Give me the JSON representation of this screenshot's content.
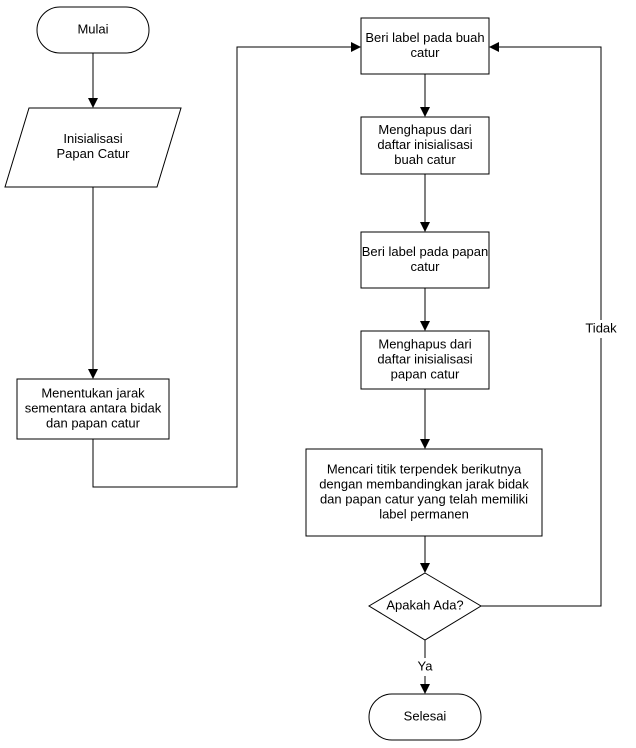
{
  "nodes": {
    "start": {
      "lines": [
        "Mulai"
      ]
    },
    "init": {
      "lines": [
        "Inisialisasi",
        "Papan Catur"
      ]
    },
    "temp_dist": {
      "lines": [
        "Menentukan jarak",
        "sementara antara bidak",
        "dan papan catur"
      ]
    },
    "label_piece": {
      "lines": [
        "Beri label pada buah",
        "catur"
      ]
    },
    "remove_piece": {
      "lines": [
        "Menghapus dari",
        "daftar inisialisasi",
        "buah catur"
      ]
    },
    "label_board": {
      "lines": [
        "Beri label pada papan",
        "catur"
      ]
    },
    "remove_board": {
      "lines": [
        "Menghapus dari",
        "daftar inisialisasi",
        "papan catur"
      ]
    },
    "find_nearest": {
      "lines": [
        "Mencari titik terpendek berikutnya",
        "dengan membandingkan jarak bidak",
        "dan papan catur yang telah memiliki",
        "label permanen"
      ]
    },
    "decision": {
      "lines": [
        "Apakah Ada?"
      ]
    },
    "end": {
      "lines": [
        "Selesai"
      ]
    }
  },
  "edge_labels": {
    "no": "Tidak",
    "yes": "Ya"
  }
}
